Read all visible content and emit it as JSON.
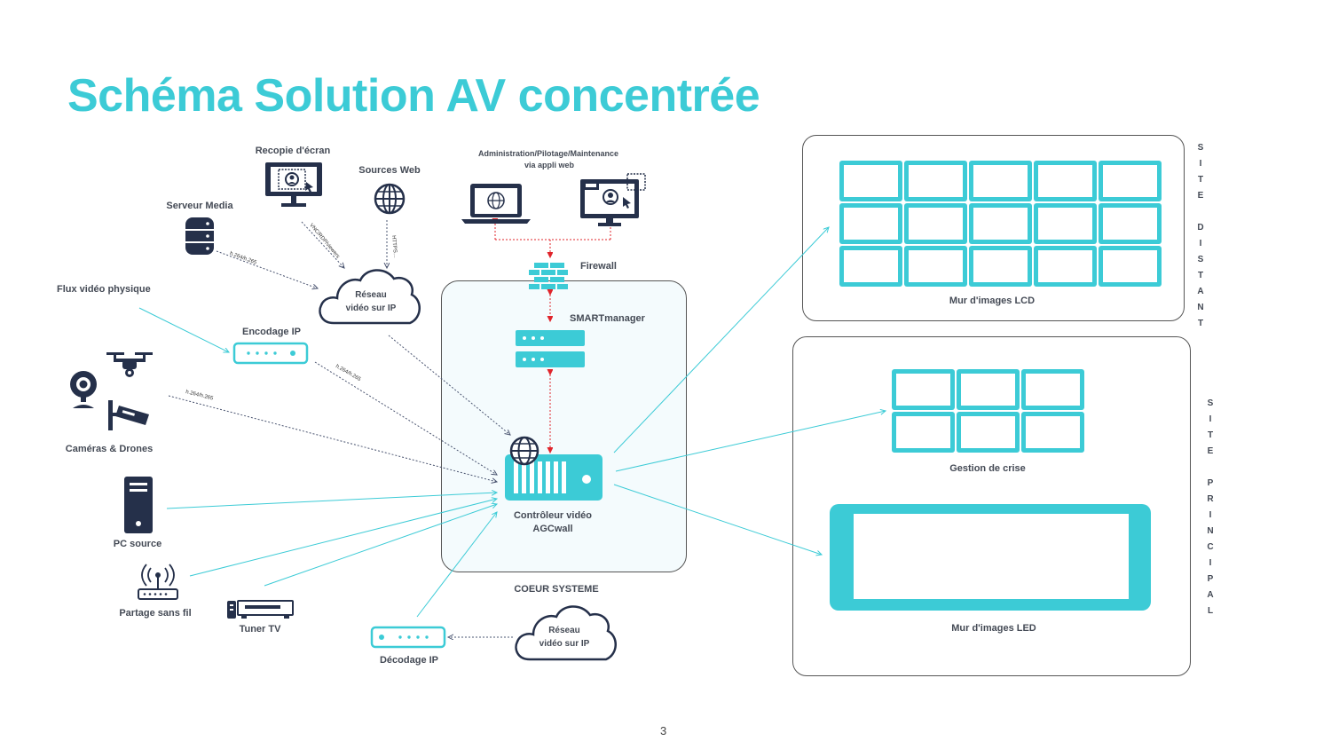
{
  "title": "Schéma Solution AV concentrée",
  "page_number": "3",
  "colors": {
    "accent": "#3ccbd6",
    "dark": "#25304a",
    "edge_dark": "#4a5470",
    "edge_red": "#e0242b"
  },
  "nodes": {
    "recopie": "Recopie d'écran",
    "sources_web": "Sources Web",
    "serveur_media": "Serveur Media",
    "admin_line1": "Administration/Pilotage/Maintenance",
    "admin_line2": "via appli web",
    "firewall": "Firewall",
    "smartmanager": "SMARTmanager",
    "flux_video": "Flux vidéo physique",
    "encodage_ip": "Encodage IP",
    "reseau_line1": "Réseau",
    "reseau_line2": "vidéo sur IP",
    "cameras": "Caméras & Drones",
    "pc_source": "PC source",
    "partage": "Partage sans fil",
    "tuner": "Tuner TV",
    "decodage_ip": "Décodage IP",
    "controleur_line1": "Contrôleur vidéo",
    "controleur_line2": "AGCwall",
    "coeur": "COEUR SYSTEME",
    "mur_lcd": "Mur d'images LCD",
    "gestion_crise": "Gestion de crise",
    "mur_led": "Mur d'images LED",
    "site_distant": "S\nI\nT\nE\n\nD\nI\nS\nT\nA\nN\nT",
    "site_principal": "S\nI\nT\nE\n\nP\nR\nI\nN\nC\nI\nP\nA\nL"
  },
  "edge_labels": {
    "vnc": "VNC/RDP/viewers",
    "https": "HTTPS…",
    "h264_media": "h.264/h.265",
    "h264_enc": "h.264/h.265",
    "h264_cam": "h.264/h.265"
  },
  "icons": [
    "monitor-user-icon",
    "globe-icon",
    "database-icon",
    "laptop-globe-icon",
    "screens-admin-icon",
    "firewall-icon",
    "server-icon",
    "cloud-icon",
    "encoder-icon",
    "drone-icon",
    "webcam-icon",
    "cctv-icon",
    "pc-tower-icon",
    "wifi-router-icon",
    "tv-tuner-icon",
    "decoder-icon",
    "video-controller-icon",
    "lcd-wall-icon",
    "crisis-wall-icon",
    "led-wall-icon"
  ]
}
